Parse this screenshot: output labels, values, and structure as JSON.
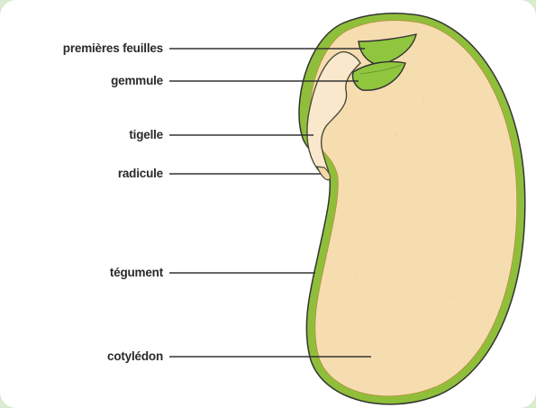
{
  "diagram": {
    "labels": {
      "premieres_feuilles": "premières feuilles",
      "gemmule": "gemmule",
      "tigelle": "tigelle",
      "radicule": "radicule",
      "tegument": "tégument",
      "cotyledon": "cotylédon"
    }
  },
  "colors": {
    "cotyledon": "#f6ddb0",
    "embryo": "#f9e8cc",
    "tegument": "#8fbf3a",
    "leaves": "#8fc63e",
    "outline": "#333333",
    "frame_bg": "#d9ecd0"
  }
}
